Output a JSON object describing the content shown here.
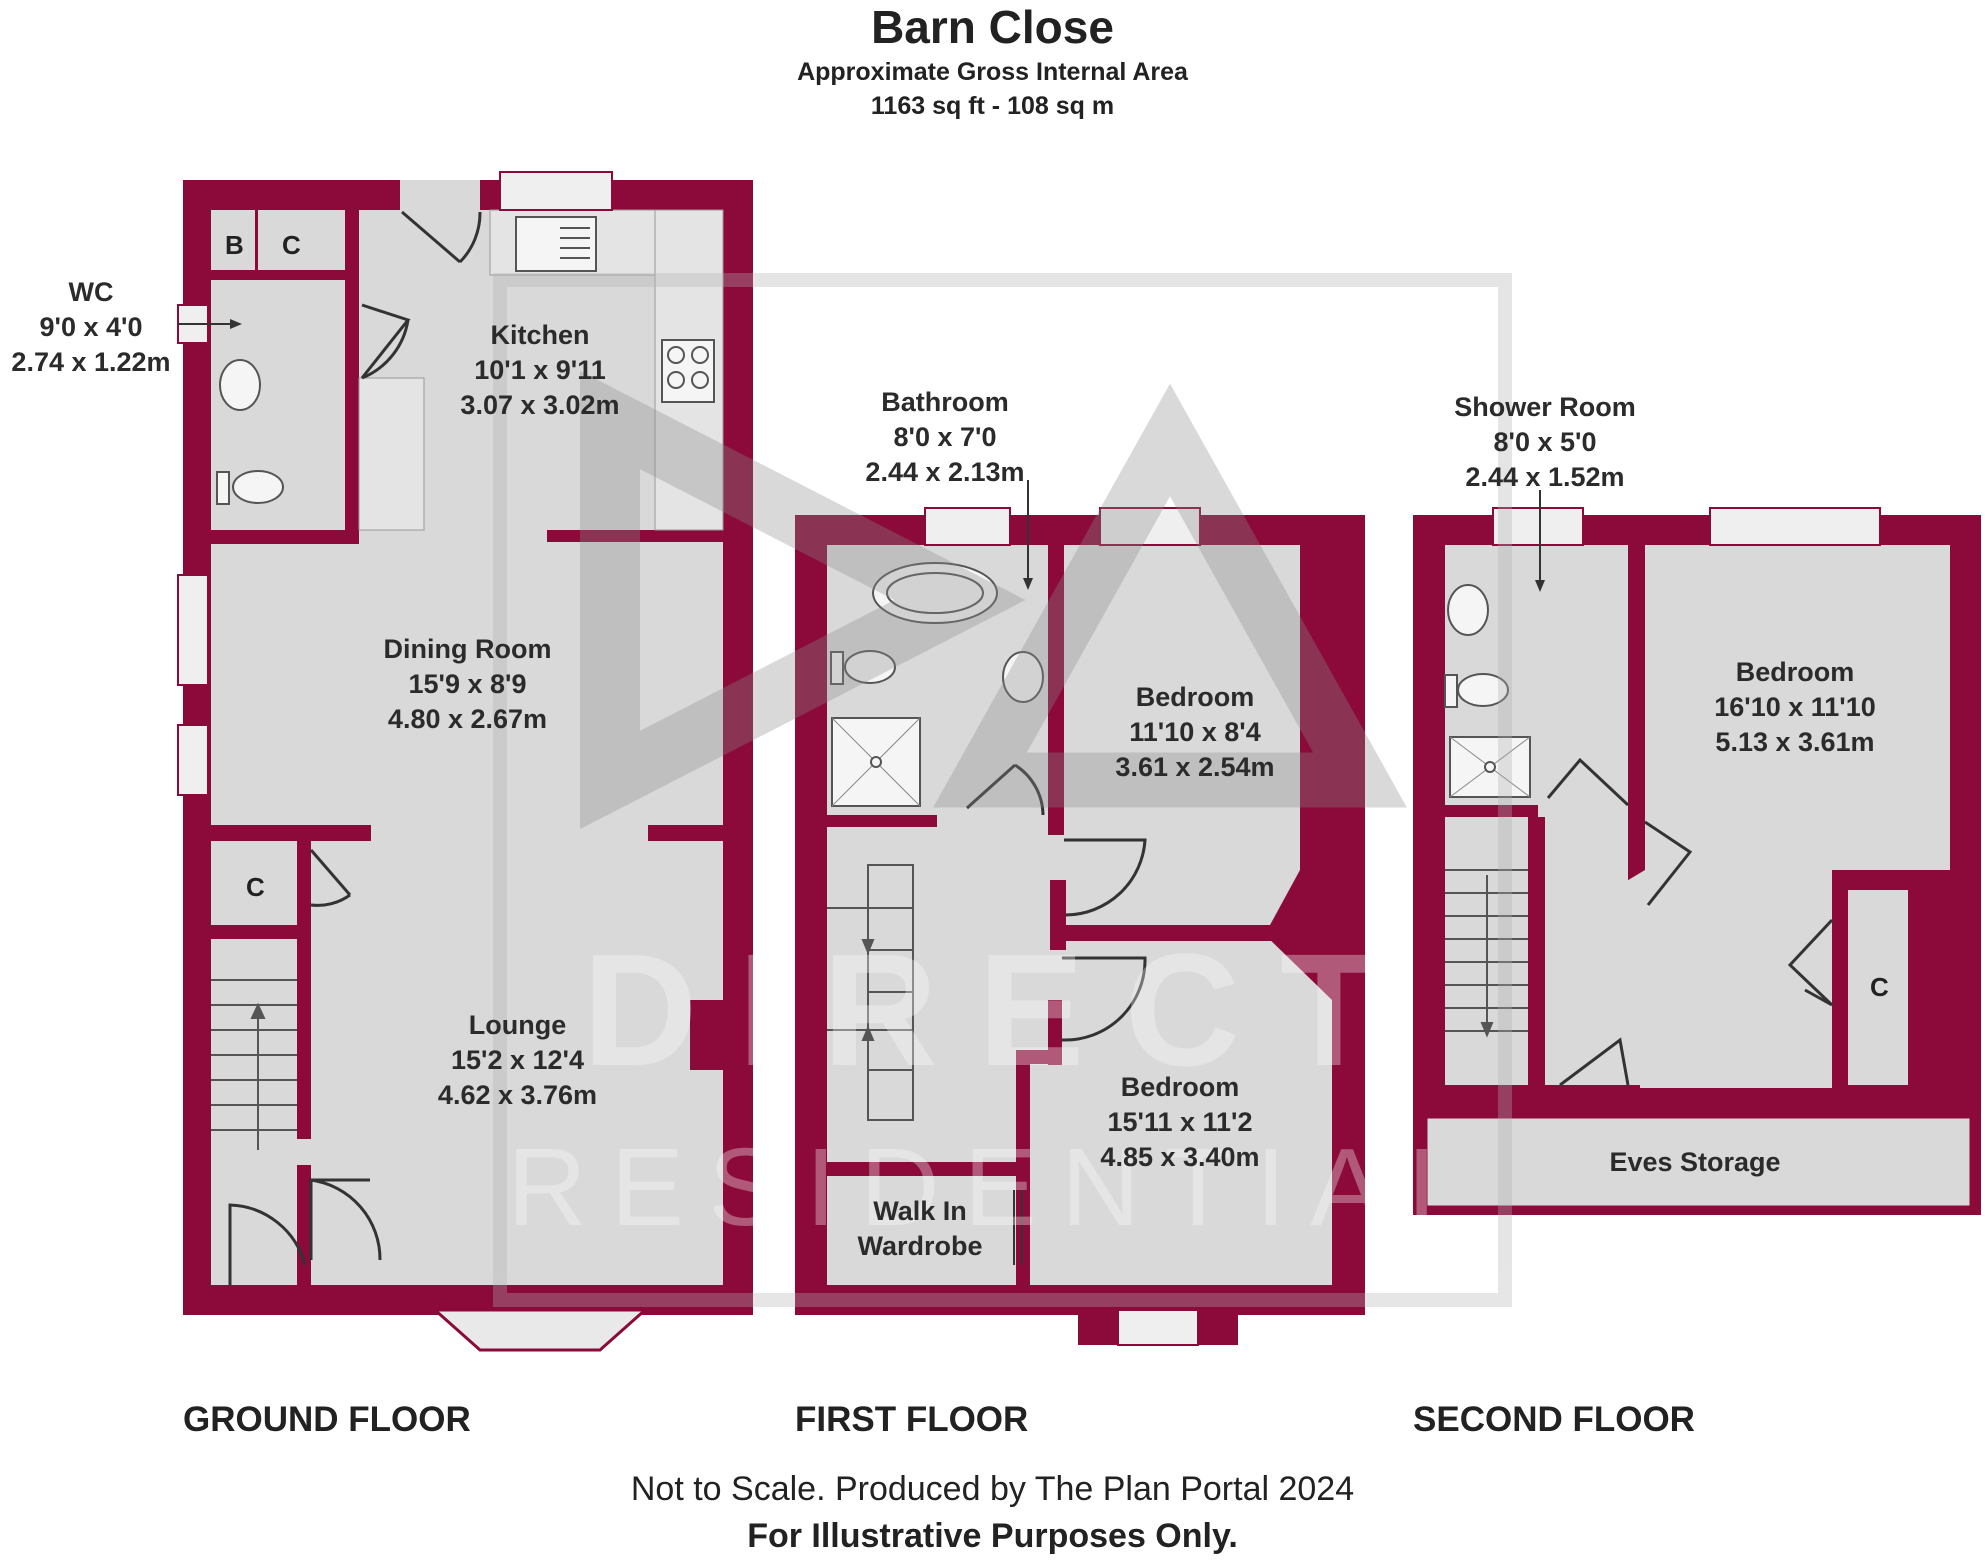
{
  "header": {
    "title": "Barn Close",
    "subtitle": "Approximate Gross Internal Area",
    "area": "1163 sq ft - 108 sq m"
  },
  "floors": {
    "ground": "GROUND FLOOR",
    "first": "FIRST FLOOR",
    "second": "SECOND FLOOR"
  },
  "rooms": {
    "wc": {
      "name": "WC",
      "imperial": "9'0 x 4'0",
      "metric": "2.74 x 1.22m"
    },
    "kitchen": {
      "name": "Kitchen",
      "imperial": "10'1 x 9'11",
      "metric": "3.07 x 3.02m"
    },
    "dining": {
      "name": "Dining Room",
      "imperial": "15'9 x 8'9",
      "metric": "4.80 x 2.67m"
    },
    "lounge": {
      "name": "Lounge",
      "imperial": "15'2 x 12'4",
      "metric": "4.62 x 3.76m"
    },
    "bathroom": {
      "name": "Bathroom",
      "imperial": "8'0 x 7'0",
      "metric": "2.44 x 2.13m"
    },
    "bedroom1": {
      "name": "Bedroom",
      "imperial": "11'10 x 8'4",
      "metric": "3.61 x 2.54m"
    },
    "bedroom2": {
      "name": "Bedroom",
      "imperial": "15'11 x 11'2",
      "metric": "4.85 x 3.40m"
    },
    "wardrobe": {
      "name1": "Walk In",
      "name2": "Wardrobe"
    },
    "shower": {
      "name": "Shower Room",
      "imperial": "8'0 x 5'0",
      "metric": "2.44 x 1.52m"
    },
    "bedroom3": {
      "name": "Bedroom",
      "imperial": "16'10 x 11'10",
      "metric": "5.13 x 3.61m"
    },
    "eves": {
      "name": "Eves Storage"
    }
  },
  "cupboards": {
    "b": "B",
    "c": "C"
  },
  "watermark": {
    "line1": "DIRECT",
    "line2": "RESIDENTIAL"
  },
  "footer": {
    "line1": "Not to Scale. Produced by The Plan Portal 2024",
    "line2": "For Illustrative Purposes Only."
  },
  "colors": {
    "wall": "#8b0a3a",
    "floor": "#d9d9d9",
    "watermark": "#ffffff"
  }
}
